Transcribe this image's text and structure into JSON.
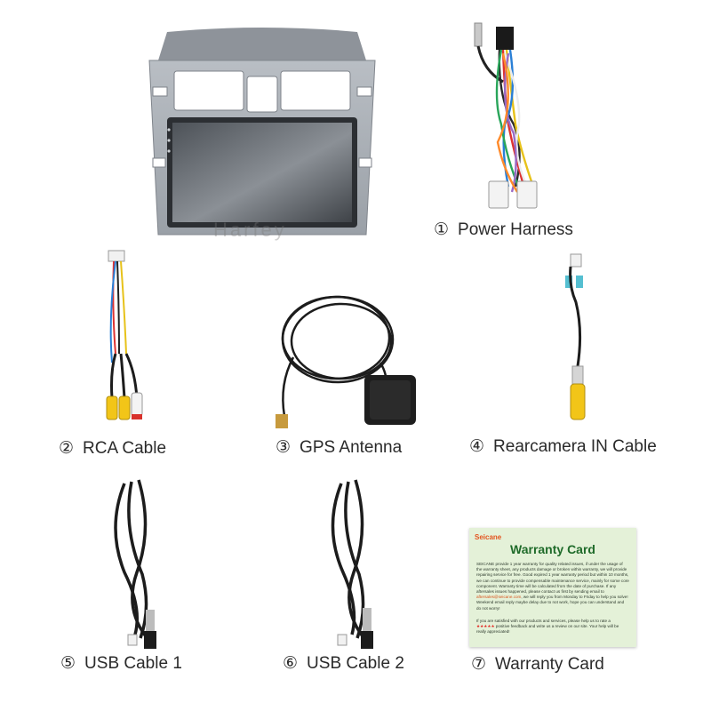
{
  "watermark": "Harfey",
  "items": [
    {
      "num": "①",
      "label": "Power Harness"
    },
    {
      "num": "②",
      "label": "RCA Cable"
    },
    {
      "num": "③",
      "label": "GPS Antenna"
    },
    {
      "num": "④",
      "label": "Rearcamera IN Cable"
    },
    {
      "num": "⑤",
      "label": "USB Cable 1"
    },
    {
      "num": "⑥",
      "label": "USB Cable 2"
    },
    {
      "num": "⑦",
      "label": "Warranty Card"
    }
  ],
  "warranty_card": {
    "brand": "Seicane",
    "title": "Warranty Card",
    "body_1": "SEICANE provide 1 year warranty for quality related issues, if under the usage of the warranty sheet, any products damage or broken within warranty, we will provide repairing service for free. Good expired 1 year warranty period but within 10 months, we can continue to provide compensable maintenance service, mainly for some core component. Warranty time will be calculated from the date of purchase. If any aftersales issues happened, please contact us first by sending email to",
    "email": "aftersales@seicane.com",
    "body_1b": ", we will reply you from Monday to Friday to help you solve! Weekend email reply maybe delay due to not work, hope you can understand and do not worry!",
    "body_2a": "If you are satisfied with our products and services, please help us to rate a",
    "stars": "★★★★★",
    "body_2b": "positive feedback and write us a review on our site. Your help will be really appreciated!"
  },
  "colors": {
    "unit_frame": "#a8adb4",
    "screen": "#5e6369",
    "cable_black": "#1c1c1c",
    "rca_yellow": "#f2c518",
    "rca_white": "#f4f4f4",
    "rca_red": "#d8322c",
    "card_bg": "#e4f1d8",
    "card_title": "#1f6b2a",
    "card_brand": "#e3541f"
  }
}
